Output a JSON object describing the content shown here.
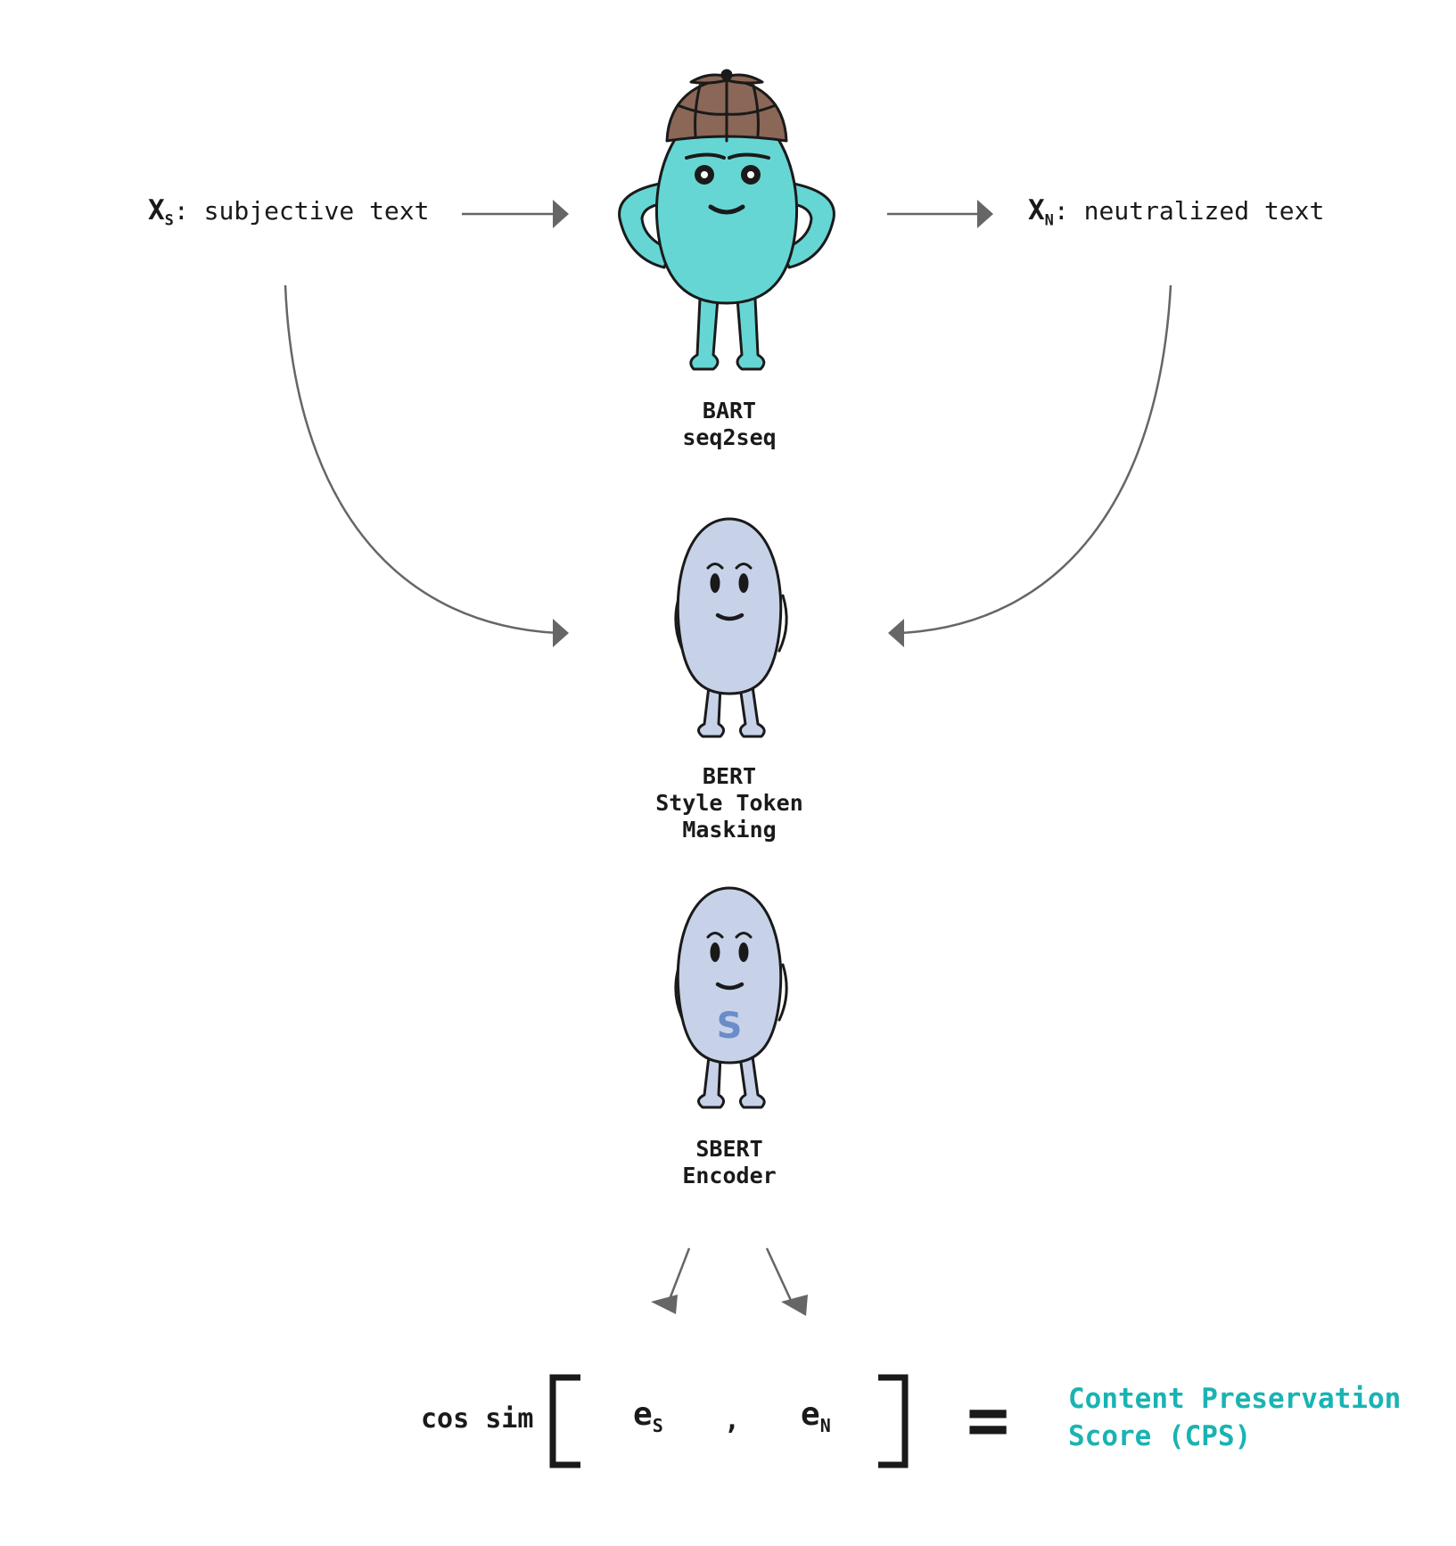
{
  "input": {
    "var": "X",
    "sub": "S",
    "text": ": subjective text"
  },
  "output": {
    "var": "X",
    "sub": "N",
    "text": ": neutralized text"
  },
  "models": {
    "bart": {
      "line1": "BART",
      "line2": "seq2seq"
    },
    "bert": {
      "line1": "BERT",
      "line2": "Style Token",
      "line3": "Masking"
    },
    "sbert": {
      "line1": "SBERT",
      "line2": "Encoder",
      "badge": "S"
    }
  },
  "formula": {
    "op": "cos sim",
    "e1": "e",
    "e1_sub": "S",
    "comma": ",",
    "e2": "e",
    "e2_sub": "N",
    "equals": "="
  },
  "result": {
    "line1": "Content Preservation",
    "line2": "Score (CPS)"
  },
  "colors": {
    "bart_body": "#66d6d4",
    "hat": "#8b6757",
    "bert_body": "#c7d2e9",
    "arrow": "#666666",
    "badge": "#6b8cc9",
    "result": "#1ab3b3"
  }
}
